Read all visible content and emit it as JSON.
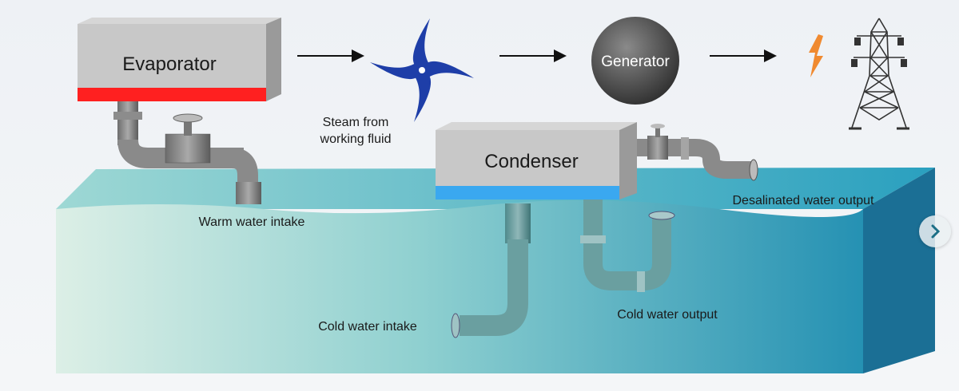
{
  "diagram": {
    "components": {
      "evaporator": "Evaporator",
      "condenser": "Condenser",
      "generator": "Generator"
    },
    "labels": {
      "steam_line1": "Steam from",
      "steam_line2": "working fluid",
      "warm_water_intake": "Warm water intake",
      "cold_water_intake": "Cold water intake",
      "cold_water_output": "Cold water output",
      "desalinated_water_output": "Desalinated water output"
    },
    "icons": [
      "turbine-icon",
      "lightning-icon",
      "power-tower-icon",
      "arrow-right-icon",
      "chevron-right-icon"
    ],
    "colors": {
      "evaporator_band": "#ff2020",
      "condenser_band": "#3aa8f0",
      "turbine": "#1e3ea8",
      "lightning": "#f08a30",
      "water_light": "#d9efe6",
      "water_dark": "#1f86ad"
    }
  },
  "carousel": {
    "next": "next-slide"
  }
}
